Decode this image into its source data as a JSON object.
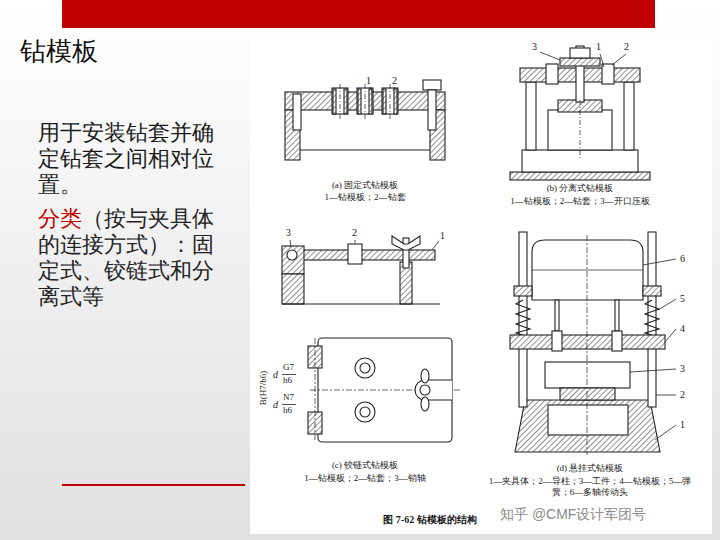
{
  "diagram": {
    "title": "钻模板",
    "caption": "图 7-62 钻模板的结构",
    "labels": [
      "用于安装钻套并确定钻套之间相对位置。",
      "分类",
      "（按与夹具体的连接方式）：固定式、铰链式和分离式等",
      "1",
      "2",
      "(a) 固定式钻模板",
      "1—钻模板；2—钻套",
      "3",
      "1",
      "2",
      "(b) 分离式钻模板",
      "1—钻模板；2—钻套；3—开口压板",
      "3",
      "2",
      "1",
      "B(H7/h6)",
      "d",
      "G7",
      "h6",
      "d",
      "N7",
      "h6",
      "(c) 铰链式钻模板",
      "1—钻模板；2—钻套；3—销轴",
      "6",
      "5",
      "4",
      "3",
      "2",
      "1",
      "(d) 悬挂式钻模板",
      "1—夹具体；2—导柱；3—工件；4—钻模板；5—弹簧；6—多轴传动头",
      "知乎 @CMF设计军团号"
    ]
  }
}
